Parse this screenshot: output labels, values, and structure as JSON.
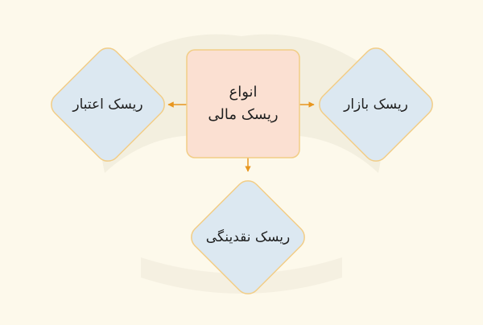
{
  "diagram": {
    "colors": {
      "background": "#fdf9eb",
      "center_fill": "#fbe0d2",
      "diamond_fill": "#dce8f1",
      "border": "#f2cd86",
      "connector": "#e8961e",
      "watermark": "#f2edde"
    },
    "center": {
      "label": "انواع\nریسک مالی"
    },
    "left": {
      "label": "ریسک اعتبار"
    },
    "right": {
      "label": "ریسک بازار"
    },
    "bottom": {
      "label": "ریسک نقدینگی"
    }
  }
}
